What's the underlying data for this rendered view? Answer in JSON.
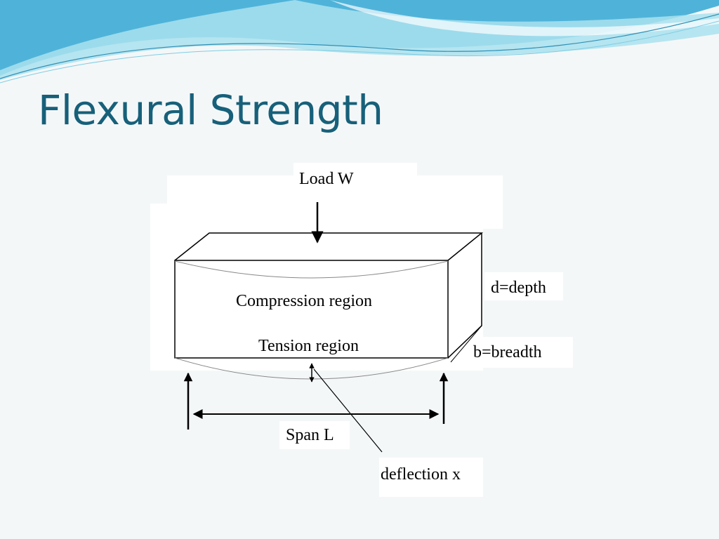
{
  "slide": {
    "title": "Flexural Strength"
  },
  "diagram": {
    "load_label": "Load W",
    "compression_label": "Compression region",
    "tension_label": "Tension region",
    "depth_label": "d=depth",
    "breadth_label": "b=breadth",
    "span_label": "Span L",
    "deflection_label": "deflection x"
  },
  "colors": {
    "title": "#17607a",
    "wave_dark": "#4fb3d9",
    "wave_light": "#a9e2ef",
    "background": "#f4f7f8"
  }
}
